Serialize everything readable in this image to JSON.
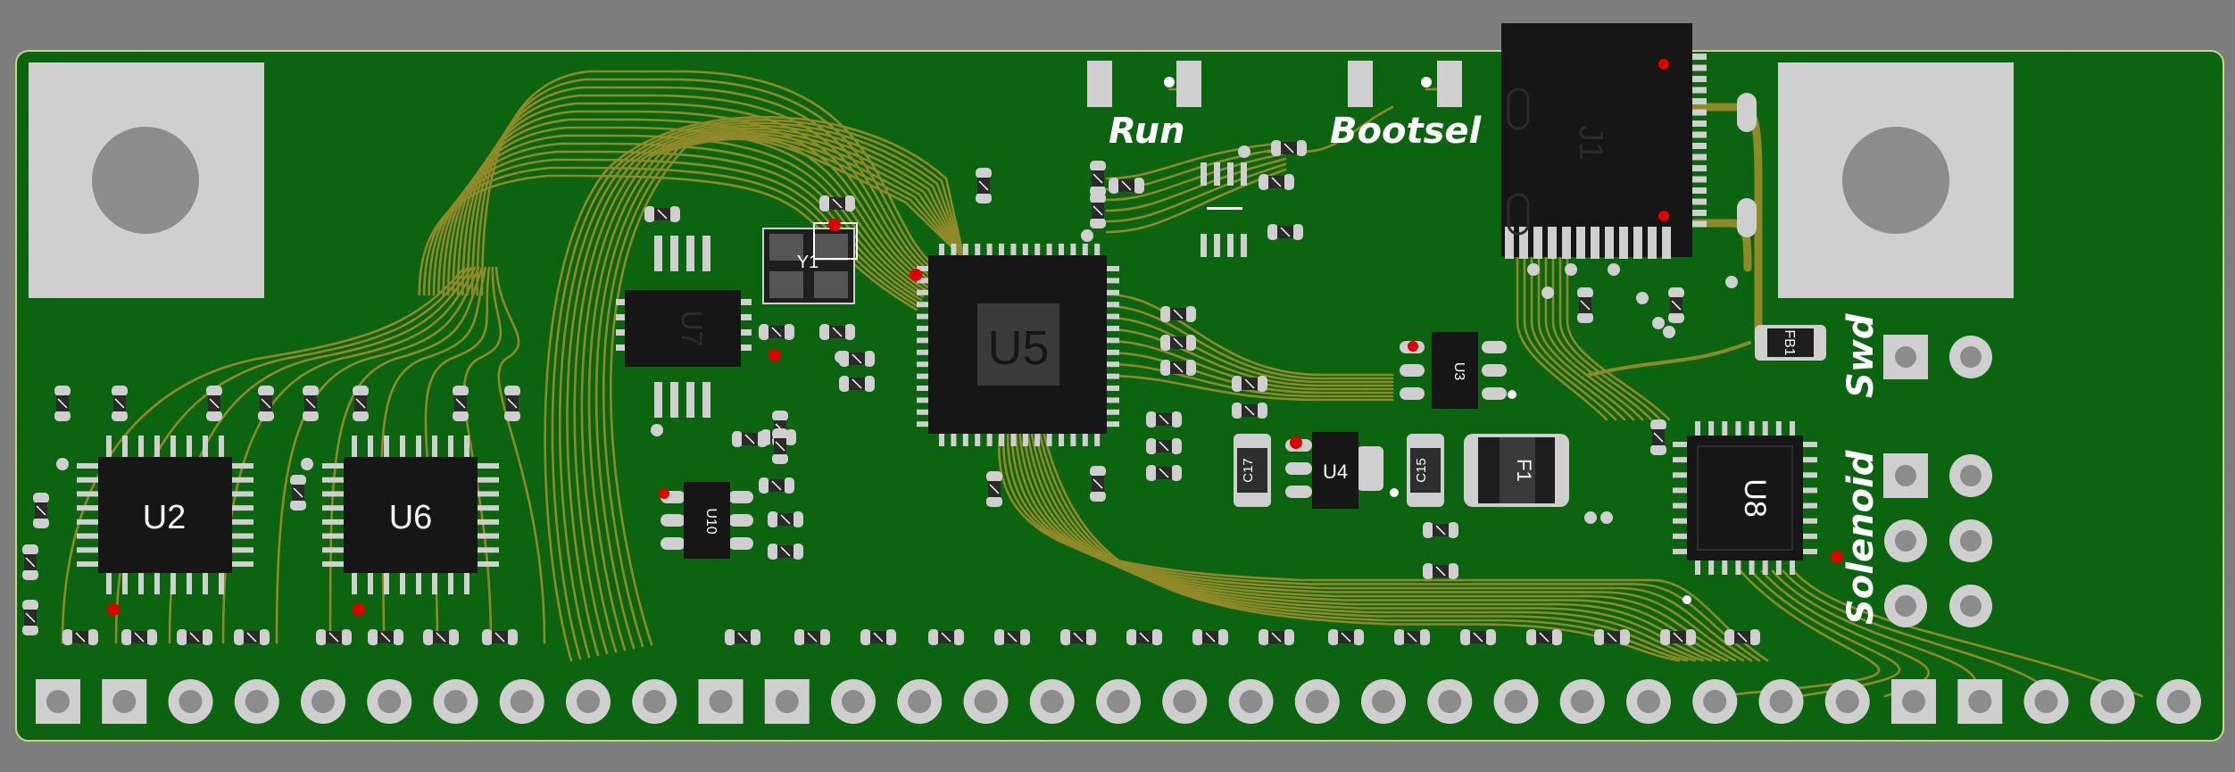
{
  "colors": {
    "background": "#7d7d7d",
    "board": "#0d6410",
    "board_edge": "#c8d48a",
    "trace": "#8e8a2a",
    "pad": "#cfcfcf",
    "chip": "#161616",
    "silkscreen": "#ffffff",
    "marker": "#e00000"
  },
  "labels": {
    "run": "Run",
    "bootsel": "Bootsel",
    "swd": "Swd",
    "solenoid": "Solenoid"
  },
  "ics": [
    {
      "ref": "J1",
      "name": "usb-connector-j1"
    },
    {
      "ref": "U5",
      "name": "microcontroller-u5"
    },
    {
      "ref": "U7",
      "name": "ic-u7"
    },
    {
      "ref": "U2",
      "name": "ic-u2"
    },
    {
      "ref": "U6",
      "name": "ic-u6"
    },
    {
      "ref": "U8",
      "name": "ic-u8"
    },
    {
      "ref": "U4",
      "name": "regulator-u4"
    },
    {
      "ref": "U3",
      "name": "ic-u3"
    },
    {
      "ref": "U10",
      "name": "ic-u10"
    },
    {
      "ref": "Y1",
      "name": "crystal-y1"
    },
    {
      "ref": "F1",
      "name": "fuse-f1"
    },
    {
      "ref": "FB1",
      "name": "ferrite-fb1"
    },
    {
      "ref": "C17",
      "name": "capacitor-c17"
    },
    {
      "ref": "C15",
      "name": "capacitor-c15"
    }
  ],
  "pin_header_count": 33,
  "pin_header_square_indices": [
    0,
    1,
    10,
    11,
    28,
    29
  ]
}
